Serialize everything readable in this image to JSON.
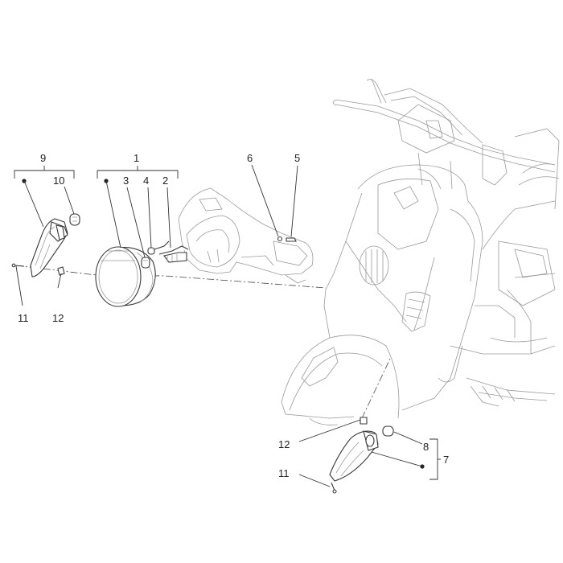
{
  "callouts": {
    "c1": "1",
    "c2": "2",
    "c3": "3",
    "c4": "4",
    "c5": "5",
    "c6": "6",
    "c7": "7",
    "c8": "8",
    "c9": "9",
    "c10": "10",
    "c11_left": "11",
    "c12_left": "12",
    "c11_bottom": "11",
    "c12_bottom": "12"
  },
  "colors": {
    "ink": "#222222",
    "line": "#3a3a3a",
    "ghost": "#9a9a9a"
  }
}
